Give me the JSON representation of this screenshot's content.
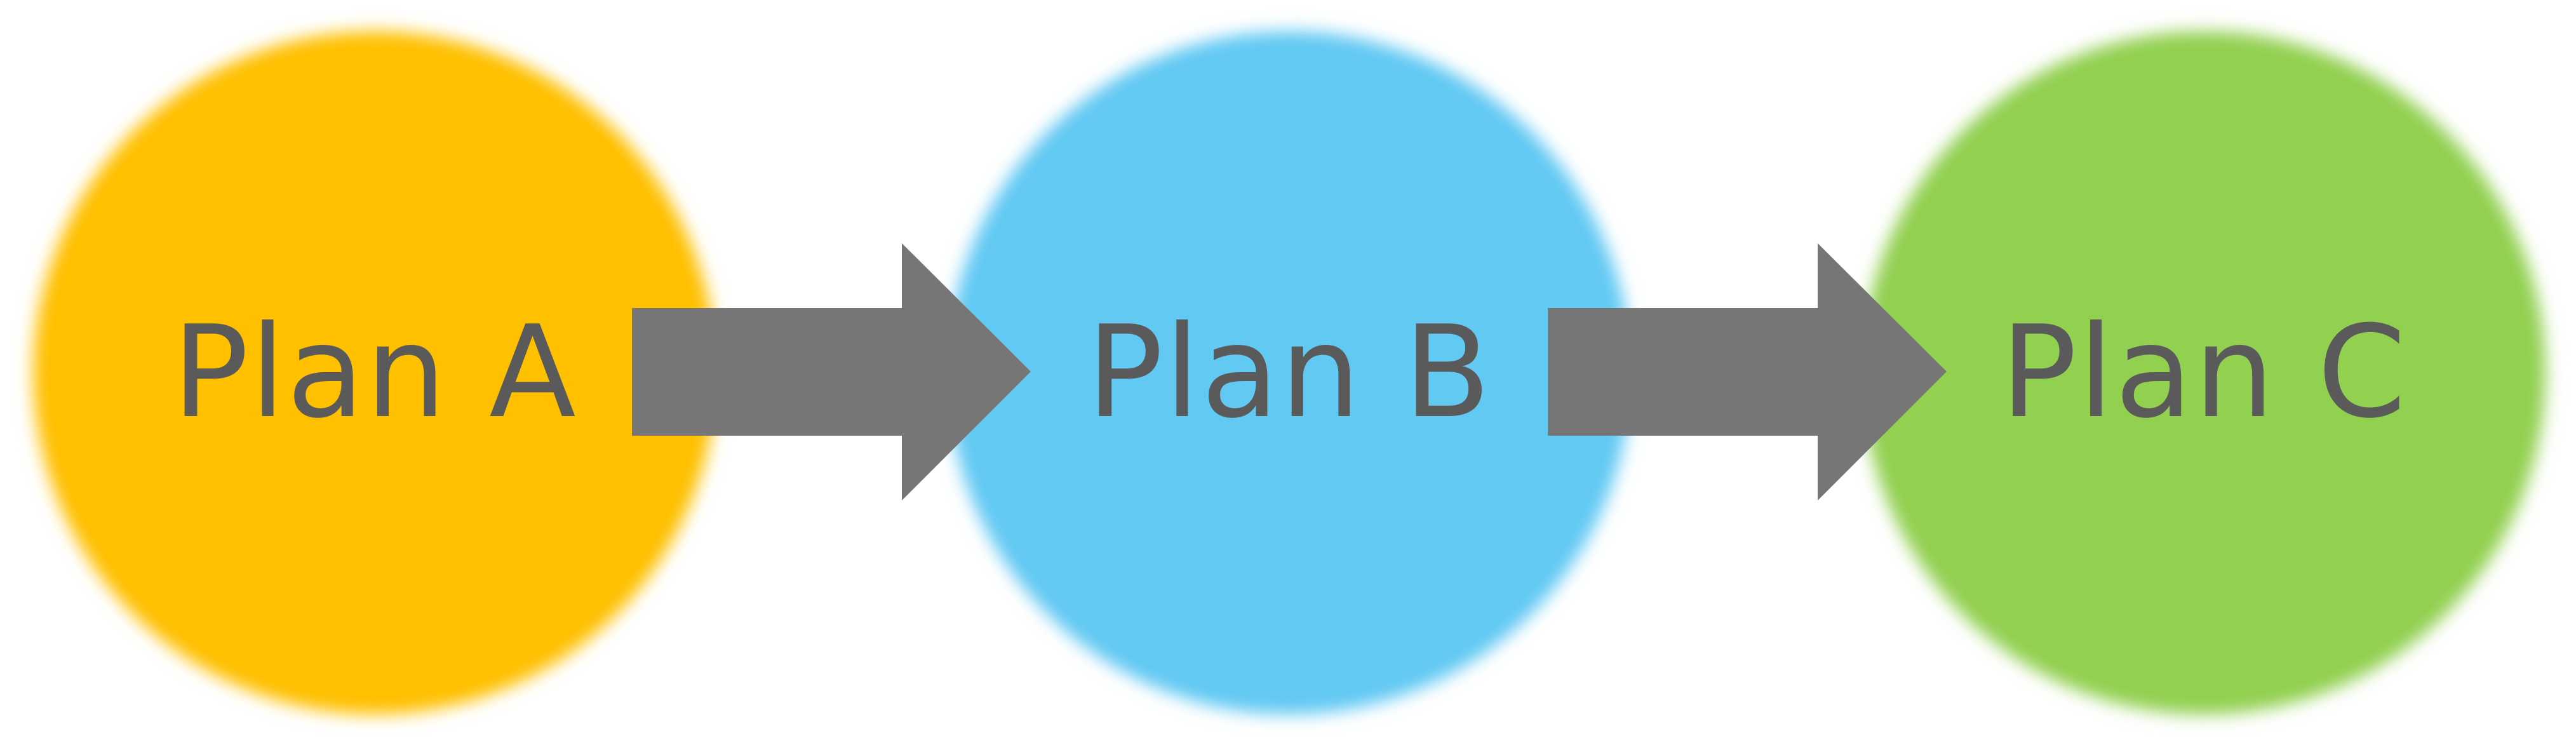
{
  "diagram": {
    "nodes": [
      {
        "label": "Plan A",
        "color": "#FFC000"
      },
      {
        "label": "Plan B",
        "color": "#62C9F3"
      },
      {
        "label": "Plan C",
        "color": "#92D050"
      }
    ],
    "arrow_color": "#767676",
    "text_color": "#5A5A5A"
  }
}
